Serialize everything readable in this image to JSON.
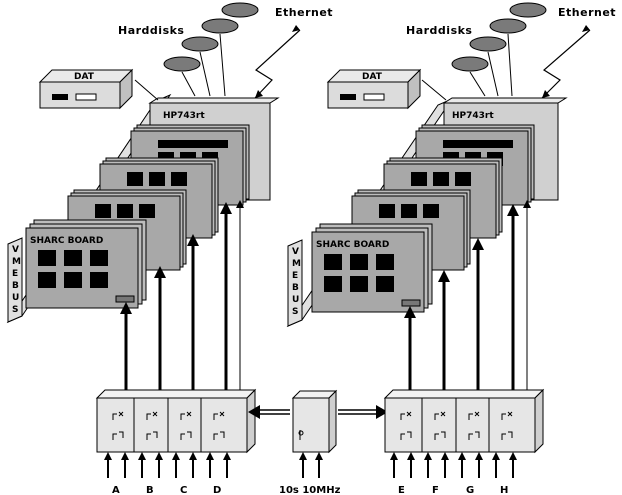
{
  "systems": [
    {
      "harddisks_label": "Harddisks",
      "ethernet_label": "Ethernet",
      "dat_label": "DAT",
      "host_label": "HP743rt",
      "board_label": "SHARC BOARD",
      "bus_label": [
        "V",
        "M",
        "E",
        "B",
        "U",
        "S"
      ],
      "inputs": [
        "A",
        "B",
        "C",
        "D"
      ]
    },
    {
      "harddisks_label": "Harddisks",
      "ethernet_label": "Ethernet",
      "dat_label": "DAT",
      "host_label": "HP743rt",
      "board_label": "SHARC BOARD",
      "bus_label": [
        "V",
        "M",
        "E",
        "B",
        "U",
        "S"
      ],
      "inputs": [
        "E",
        "F",
        "G",
        "H"
      ]
    }
  ],
  "clock_label": "10s 10MHz",
  "colors": {
    "panel": "#d9d9d9",
    "board": "#a8a8a8",
    "board_dark": "#000000",
    "disk": "#7a7a7a",
    "rack": "#e6e6e6"
  }
}
